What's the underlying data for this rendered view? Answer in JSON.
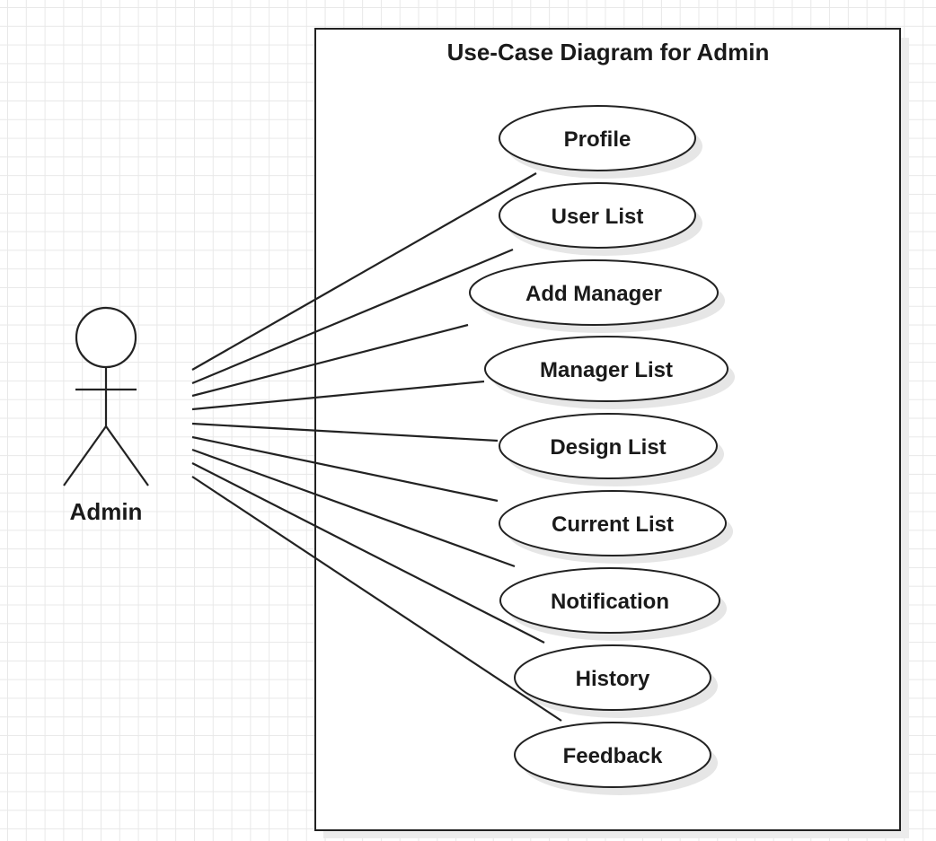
{
  "diagram": {
    "boundary_title": "Use-Case Diagram for Admin",
    "actor": {
      "name": "Admin",
      "icon": "stick-figure-actor-icon"
    },
    "use_cases": [
      {
        "label": "Profile"
      },
      {
        "label": "User List"
      },
      {
        "label": "Add Manager"
      },
      {
        "label": "Manager List"
      },
      {
        "label": "Design List"
      },
      {
        "label": "Current List"
      },
      {
        "label": "Notification"
      },
      {
        "label": "History"
      },
      {
        "label": "Feedback"
      }
    ],
    "colors": {
      "stroke": "#222222",
      "grid": "#e8e8e8",
      "shadow": "#e6e6e6"
    }
  }
}
